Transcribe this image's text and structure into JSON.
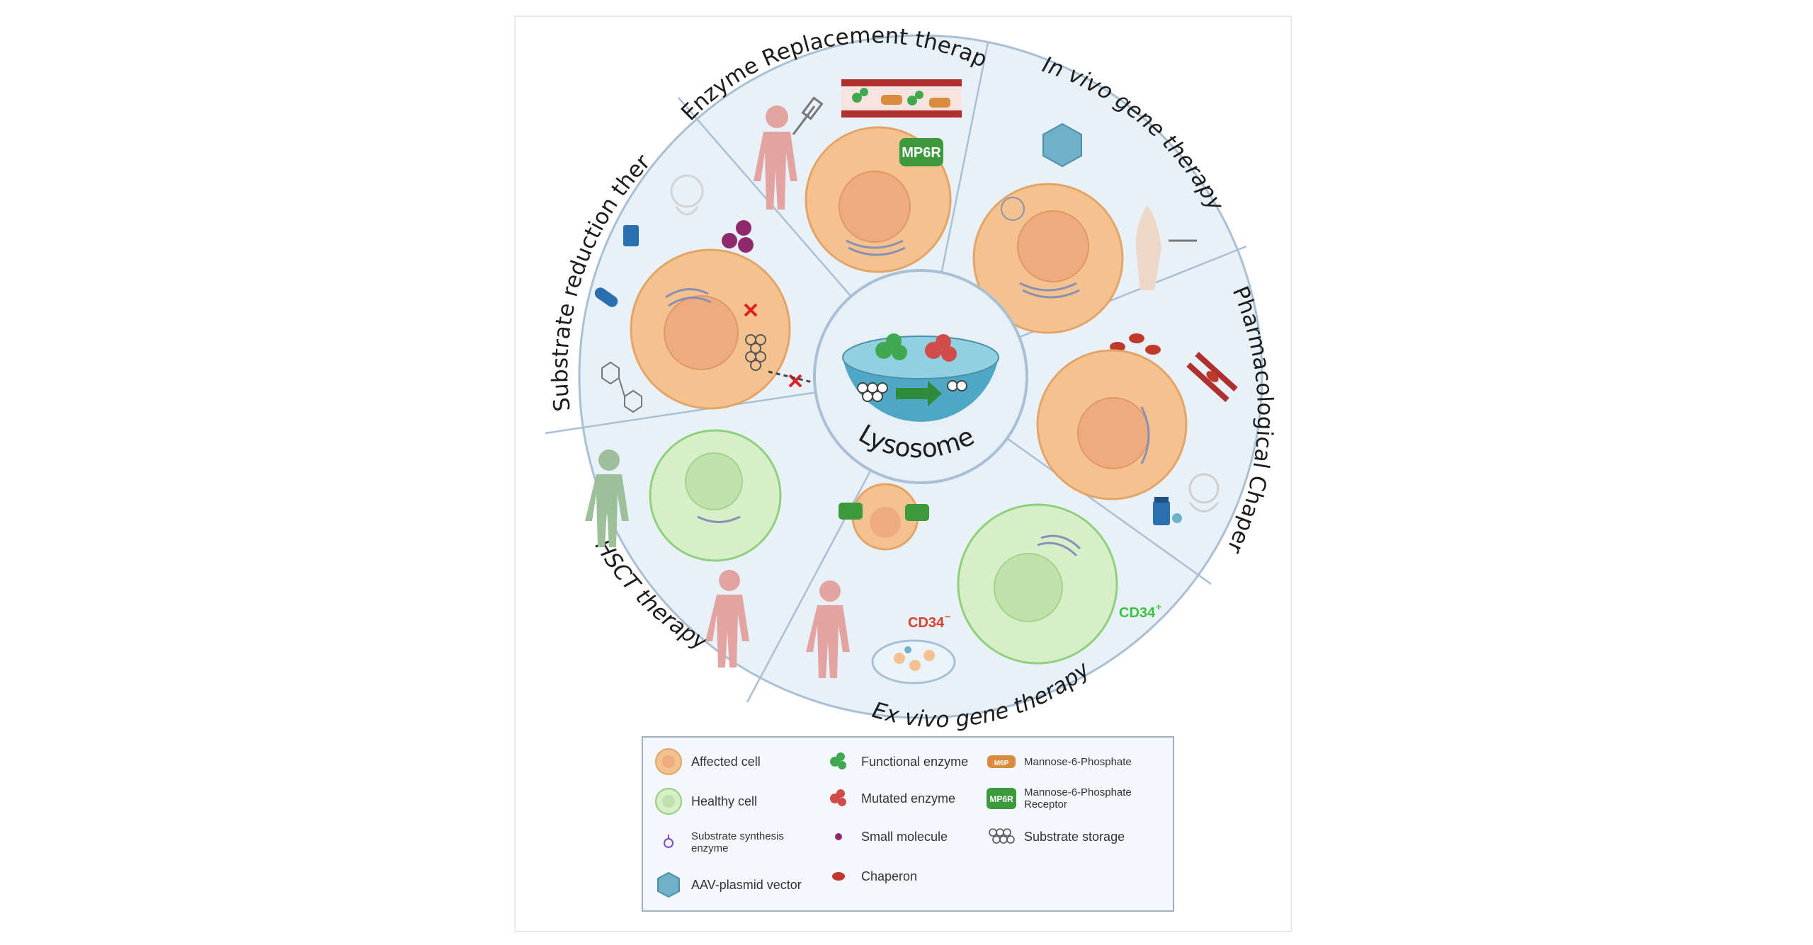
{
  "colors": {
    "disc_fill": "#e9f1f8",
    "disc_stroke": "#a9c0d4",
    "affected_cell": "#f4c28e",
    "affected_cell_stroke": "#e4a467",
    "affected_nucleus": "#eeab80",
    "healthy_cell": "#d7efc8",
    "healthy_cell_stroke": "#8fd07a",
    "healthy_nucleus": "#bfe2ac",
    "functional_enzyme": "#3fa950",
    "mutated_enzyme": "#d24b4b",
    "mp6r_receptor": "#3c9a3c",
    "m6p_tag": "#d98c3c",
    "lysosome_fill": "#4ea7c4",
    "chaperon": "#c0392b",
    "small_molecule": "#8e2a6a",
    "cd34_neg": "#d9402c",
    "cd34_pos": "#3cc33c"
  },
  "sectors": {
    "enzyme_replacement": "Enzyme Replacement therapy",
    "in_vivo_gene": "In vivo gene therapy",
    "pharmacological_chaperon": "Pharmacological Chaperon",
    "ex_vivo_gene": "Ex vivo gene therapy",
    "hsct": "HSCT therapy",
    "substrate_reduction": "Substrate reduction therapy"
  },
  "center": {
    "label": "Lysosome"
  },
  "labels": {
    "mp6r": "MP6R",
    "cd34_neg": "CD34",
    "cd34_neg_sup": "−",
    "cd34_pos": "CD34",
    "cd34_pos_sup": "+"
  },
  "legend": {
    "affected_cell": "Affected cell",
    "healthy_cell": "Healthy cell",
    "substrate_synthesis_enzyme": "Substrate synthesis enzyme",
    "aav_plasmid_vector": "AAV-plasmid vector",
    "functional_enzyme": "Functional enzyme",
    "mutated_enzyme": "Mutated enzyme",
    "small_molecule": "Small molecule",
    "chaperon": "Chaperon",
    "mannose_6_phosphate": "Mannose-6-Phosphate",
    "mannose_6_phosphate_receptor": "Mannose-6-Phosphate Receptor",
    "substrate_storage": "Substrate storage",
    "m6p_tag_text": "M6P",
    "mp6r_tag_text": "MP6R"
  }
}
